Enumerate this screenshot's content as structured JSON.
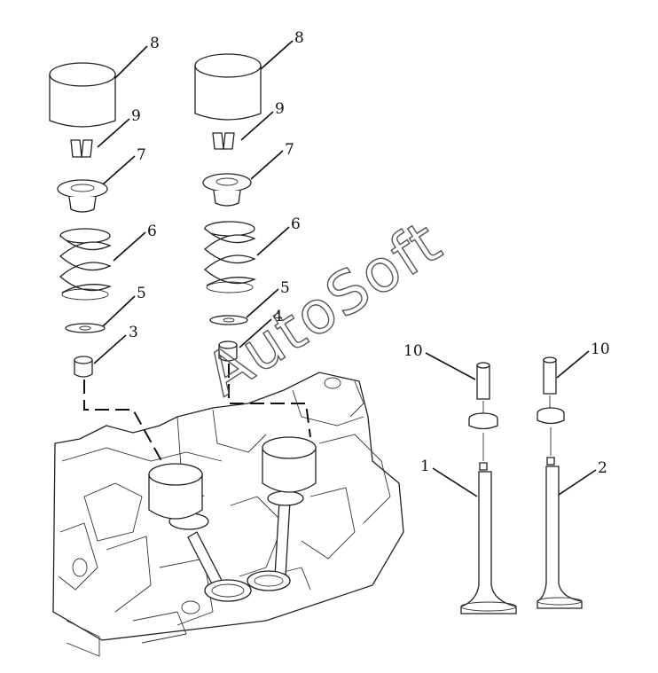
{
  "watermark": "AutoSoft",
  "labels": {
    "l8a": "8",
    "l9a": "9",
    "l7a": "7",
    "l6a": "6",
    "l5a": "5",
    "l3": "3",
    "l8b": "8",
    "l9b": "9",
    "l7b": "7",
    "l6b": "6",
    "l5b": "5",
    "l4": "4",
    "l10a": "10",
    "l10b": "10",
    "l1": "1",
    "l2": "2"
  }
}
